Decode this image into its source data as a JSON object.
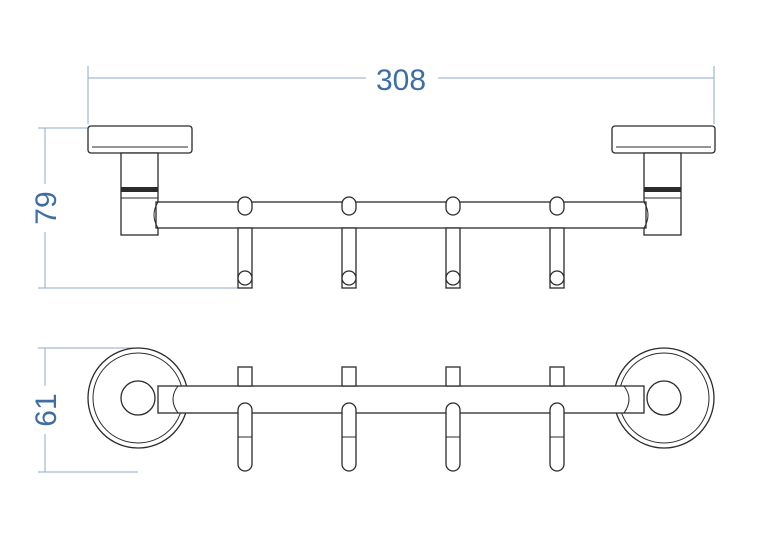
{
  "dimensions": {
    "width": "308",
    "height_front": "79",
    "depth_top": "61"
  },
  "colors": {
    "dimension_line": "#8fa9c6",
    "dimension_text": "#3f6ea3",
    "outline": "#2b2b2b"
  }
}
